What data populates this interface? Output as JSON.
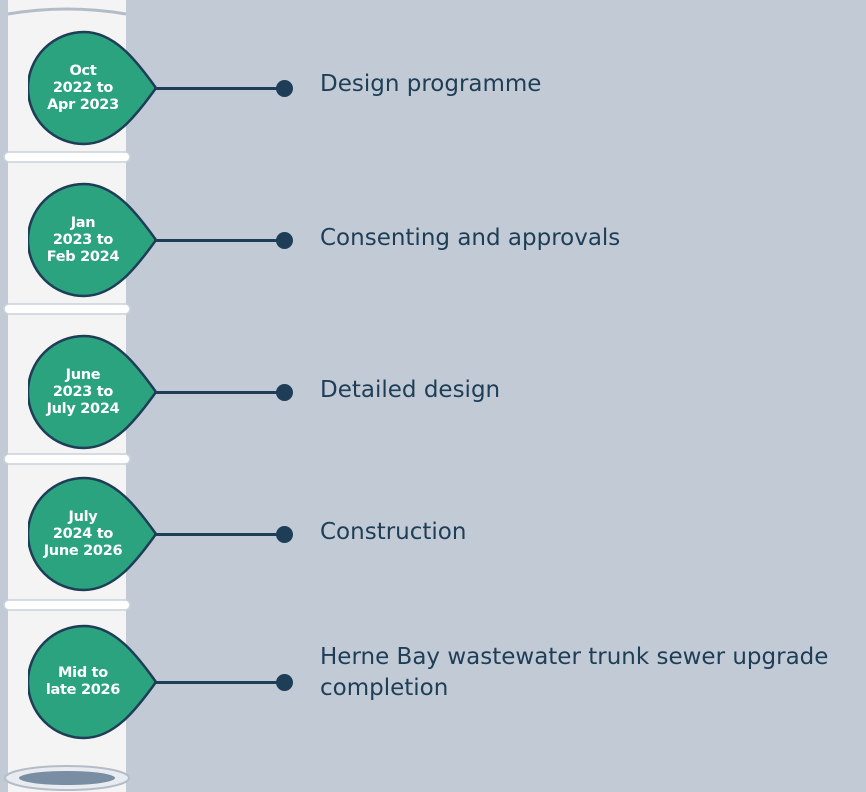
{
  "colors": {
    "background": "#c2cbd5",
    "pipe": "#f4f4f4",
    "pipe_shadow": "#b3bcc7",
    "badge_fill": "#2ba37f",
    "badge_stroke": "#1e3d57",
    "connector": "#1e3d57",
    "label_text": "#1e3d57"
  },
  "milestones": [
    {
      "date": "Oct\n2022 to\nApr 2023",
      "label": "Design programme"
    },
    {
      "date": "Jan\n2023 to\nFeb 2024",
      "label": "Consenting and approvals"
    },
    {
      "date": "June\n2023 to\nJuly 2024",
      "label": "Detailed design"
    },
    {
      "date": "July\n2024 to\nJune 2026",
      "label": "Construction"
    },
    {
      "date": "Mid to\nlate 2026",
      "label": "Herne Bay wastewater trunk sewer upgrade completion"
    }
  ]
}
